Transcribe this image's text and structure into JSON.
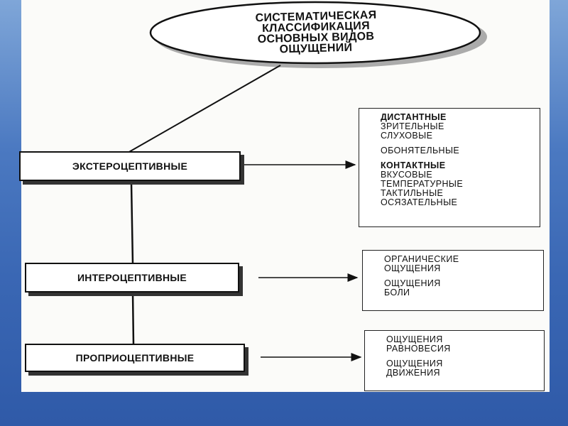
{
  "title": {
    "lines": [
      "СИСТЕМАТИЧЕСКАЯ",
      "КЛАССИФИКАЦИЯ",
      "ОСНОВНЫХ ВИДОВ",
      "ОЩУЩЕНИЙ"
    ]
  },
  "categories": [
    {
      "label": "ЭКСТЕРОЦЕПТИВНЫЕ"
    },
    {
      "label": "ИНТЕРОЦЕПТИВНЫЕ"
    },
    {
      "label": "ПРОПРИОЦЕПТИВНЫЕ"
    }
  ],
  "lists": {
    "extero": {
      "distant_head": "ДИСТАНТНЫЕ",
      "distant_items": [
        "ЗРИТЕЛЬНЫЕ",
        "СЛУХОВЫЕ",
        "ОБОНЯТЕЛЬНЫЕ"
      ],
      "contact_head": "КОНТАКТНЫЕ",
      "contact_items": [
        "ВКУСОВЫЕ",
        "ТЕМПЕРАТУРНЫЕ",
        "ТАКТИЛЬНЫЕ",
        "ОСЯЗАТЕЛЬНЫЕ"
      ]
    },
    "intero": {
      "items": [
        "ОРГАНИЧЕСКИЕ",
        "ОЩУЩЕНИЯ",
        "ОЩУЩЕНИЯ",
        "БОЛИ"
      ]
    },
    "proprio": {
      "items": [
        "ОЩУЩЕНИЯ",
        "РАВНОВЕСИЯ",
        "ОЩУЩЕНИЯ",
        "ДВИЖЕНИЯ"
      ]
    }
  }
}
